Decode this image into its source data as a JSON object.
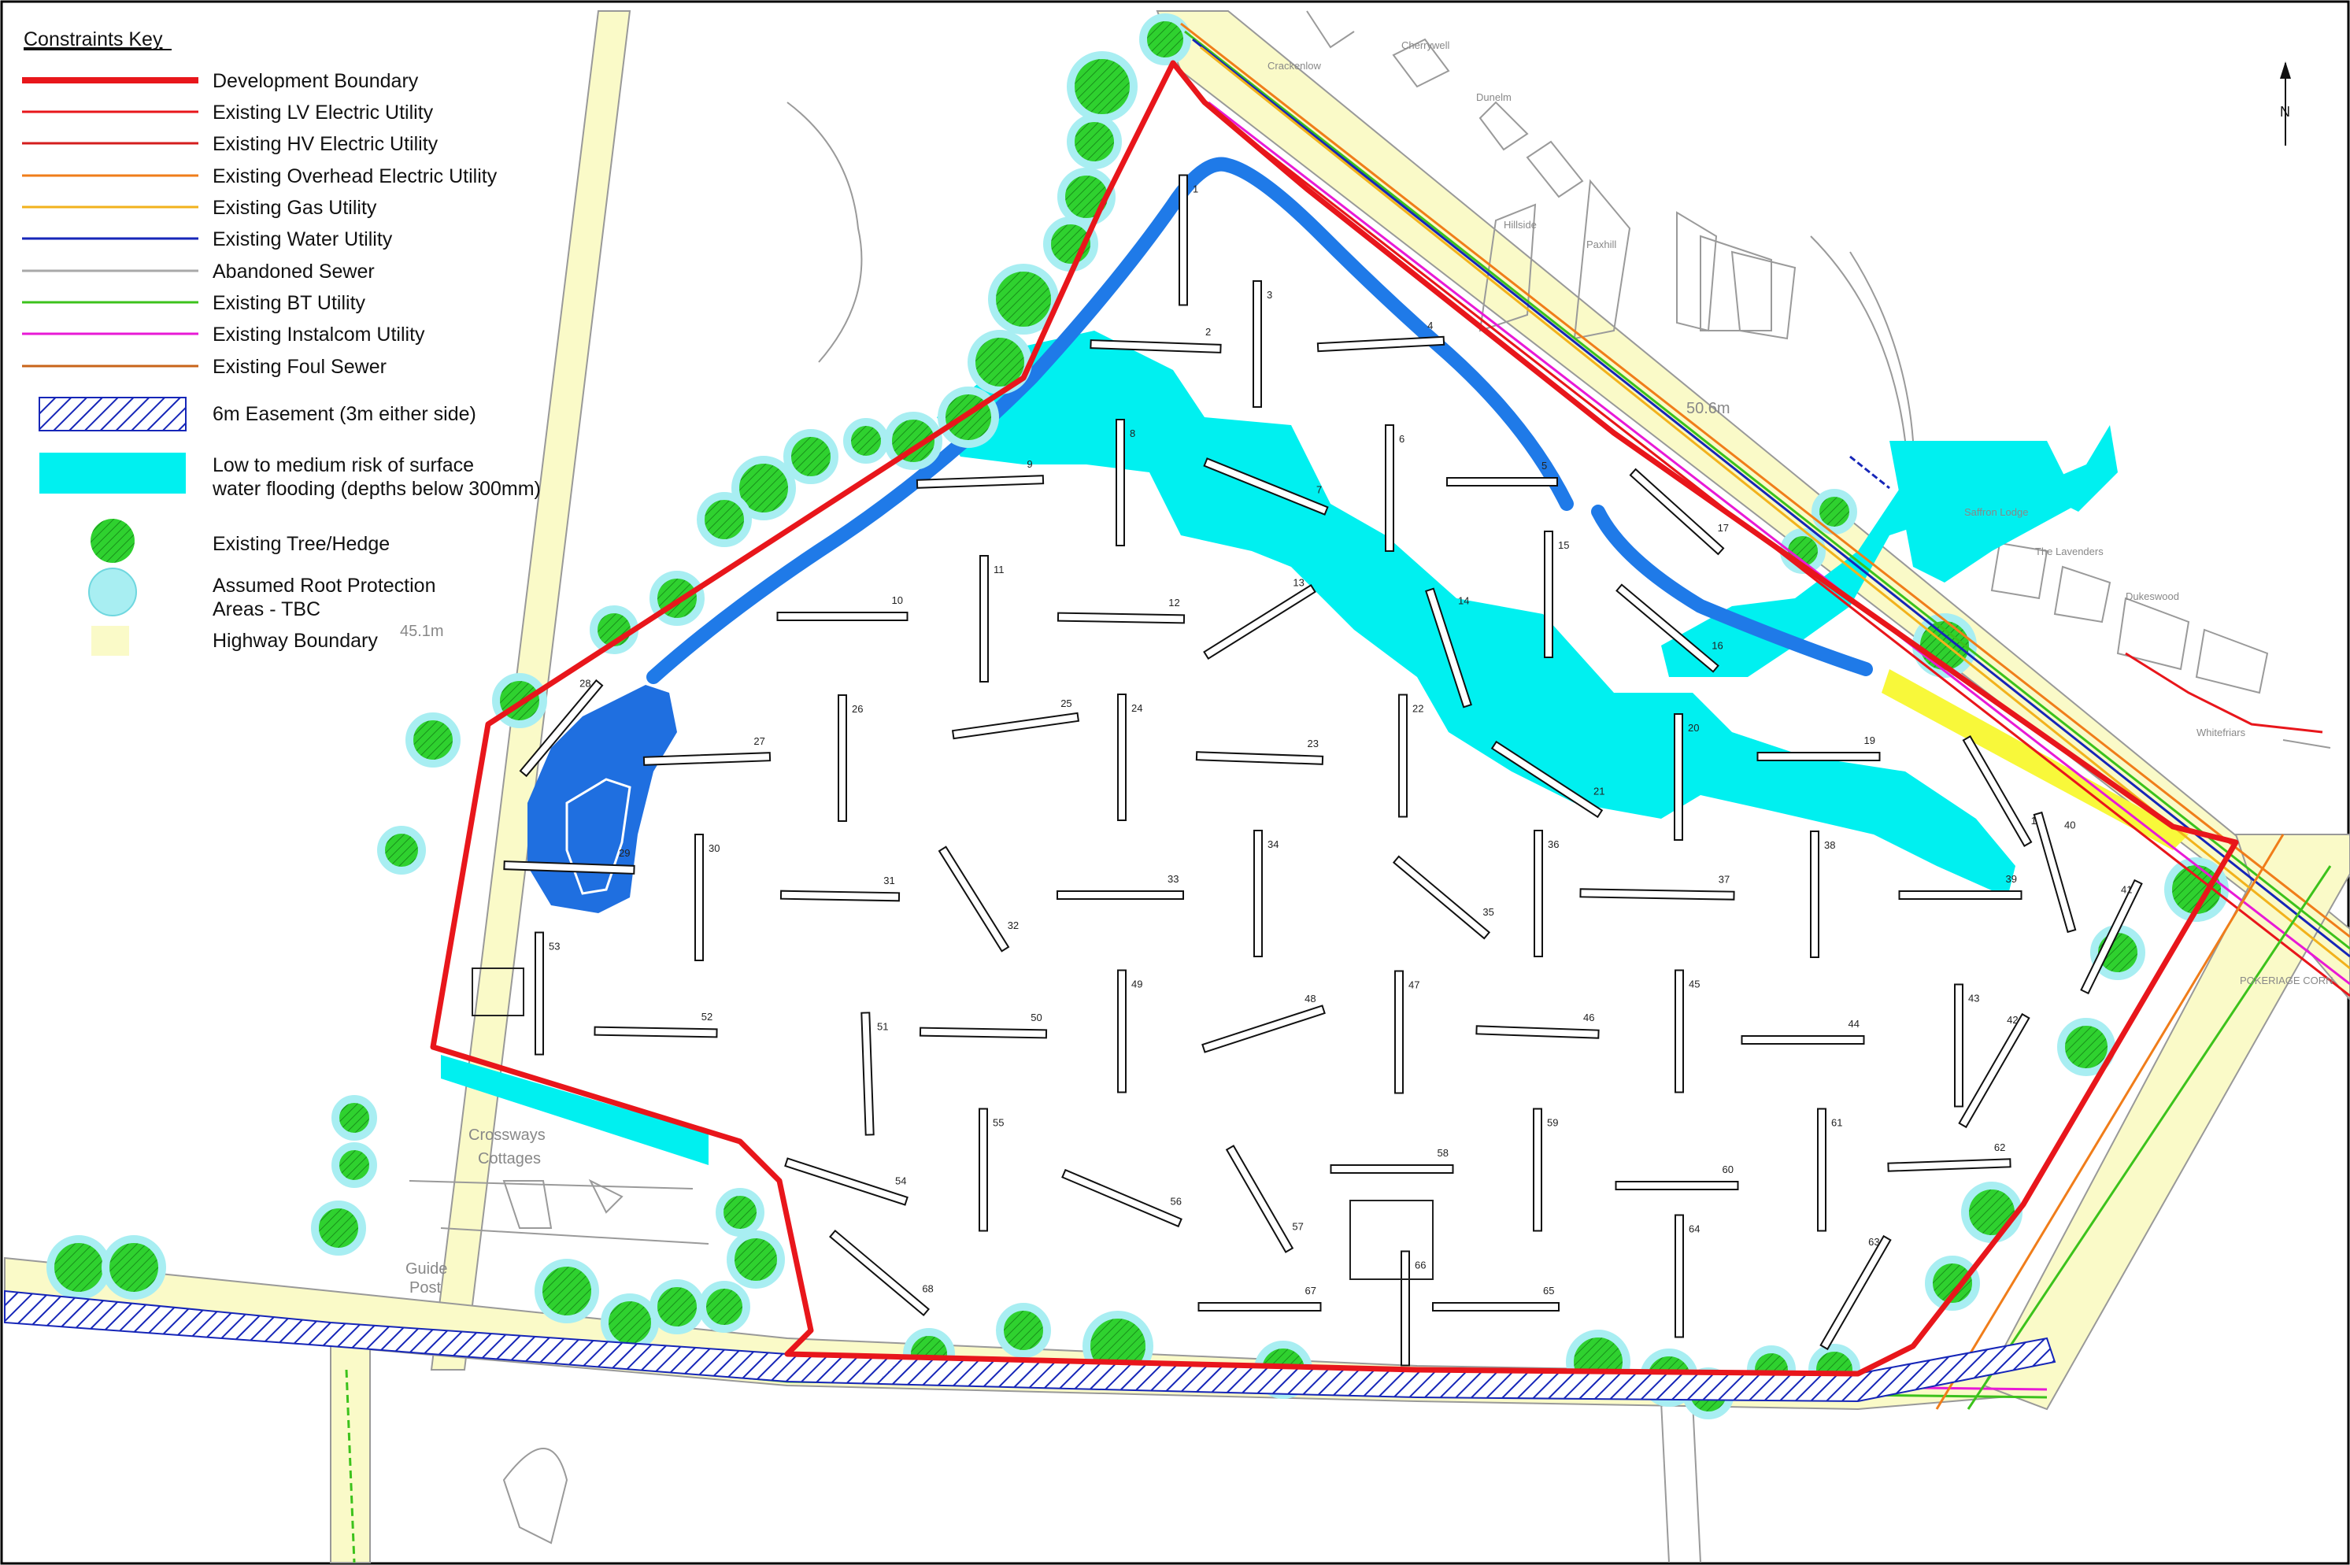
{
  "key": {
    "title": "Constraints Key",
    "items": [
      {
        "label": "Development Boundary",
        "color": "#e8161b",
        "kind": "line-thick"
      },
      {
        "label": "Existing LV Electric Utility",
        "color": "#e8161b",
        "kind": "line"
      },
      {
        "label": "Existing HV Electric Utility",
        "color": "#d41d1d",
        "kind": "line"
      },
      {
        "label": "Existing Overhead Electric Utility",
        "color": "#f07d1a",
        "kind": "line"
      },
      {
        "label": "Existing Gas Utility",
        "color": "#f2b21c",
        "kind": "line"
      },
      {
        "label": "Existing Water Utility",
        "color": "#1626b8",
        "kind": "line"
      },
      {
        "label": "Abandoned Sewer",
        "color": "#a9a9a9",
        "kind": "line"
      },
      {
        "label": "Existing BT Utility",
        "color": "#3cc21c",
        "kind": "line"
      },
      {
        "label": "Existing Instalcom Utility",
        "color": "#e81ad6",
        "kind": "line"
      },
      {
        "label": "Existing Foul Sewer",
        "color": "#c8641a",
        "kind": "line"
      },
      {
        "label": "6m Easement (3m either side)",
        "color": "#1626b8",
        "kind": "hatch"
      },
      {
        "label": "Low to medium risk of surface",
        "label2": "water flooding (depths below 300mm)",
        "color": "#00f0f0",
        "kind": "fill"
      },
      {
        "label": "Existing Tree/Hedge",
        "color": "#2fd12f",
        "kind": "tree"
      },
      {
        "label": "Assumed Root Protection",
        "label2": "Areas - TBC",
        "color": "#a8eef2",
        "kind": "rpa"
      },
      {
        "label": "Highway Boundary",
        "color": "#fafac8",
        "kind": "highway"
      }
    ]
  },
  "north_label": "N",
  "place_labels": {
    "crackenlow": "Crackenlow",
    "cherrywell": "Cherrywell",
    "dunelm": "Dunelm",
    "hillside": "Hillside",
    "paxhill": "Paxhill",
    "saffron_lodge": "Saffron Lodge",
    "the_lavenders": "The Lavenders",
    "dukeswood": "Dukeswood",
    "whitefriars": "Whitefriars",
    "pokeriage": "POKERIAGE CORN",
    "crossways1": "Crossways",
    "crossways2": "Cottages",
    "guide1": "Guide",
    "guide2": "Post",
    "level_506": "50.6m",
    "level_451": "45.1m"
  },
  "trenches": [
    "1",
    "2",
    "3",
    "4",
    "5",
    "6",
    "7",
    "8",
    "9",
    "10",
    "11",
    "12",
    "13",
    "14",
    "15",
    "16",
    "17",
    "18",
    "19",
    "20",
    "21",
    "22",
    "23",
    "24",
    "25",
    "26",
    "27",
    "28",
    "29",
    "30",
    "31",
    "32",
    "33",
    "34",
    "35",
    "36",
    "37",
    "38",
    "39",
    "40",
    "41",
    "42",
    "43",
    "44",
    "45",
    "46",
    "47",
    "48",
    "49",
    "50",
    "51",
    "52",
    "53",
    "54",
    "55",
    "56",
    "57",
    "58",
    "59",
    "60",
    "61",
    "62",
    "63",
    "64",
    "65",
    "66",
    "67",
    "68"
  ],
  "colors": {
    "boundary": "#e8161b",
    "flood": "#00f0f0",
    "pond": "#1f6fe0",
    "water_main": "#1f7ae8",
    "tree_fill": "#2fd12f",
    "rpa": "#a8eef2",
    "highway": "#fafac8",
    "yellow_strip": "#f8f83a"
  }
}
